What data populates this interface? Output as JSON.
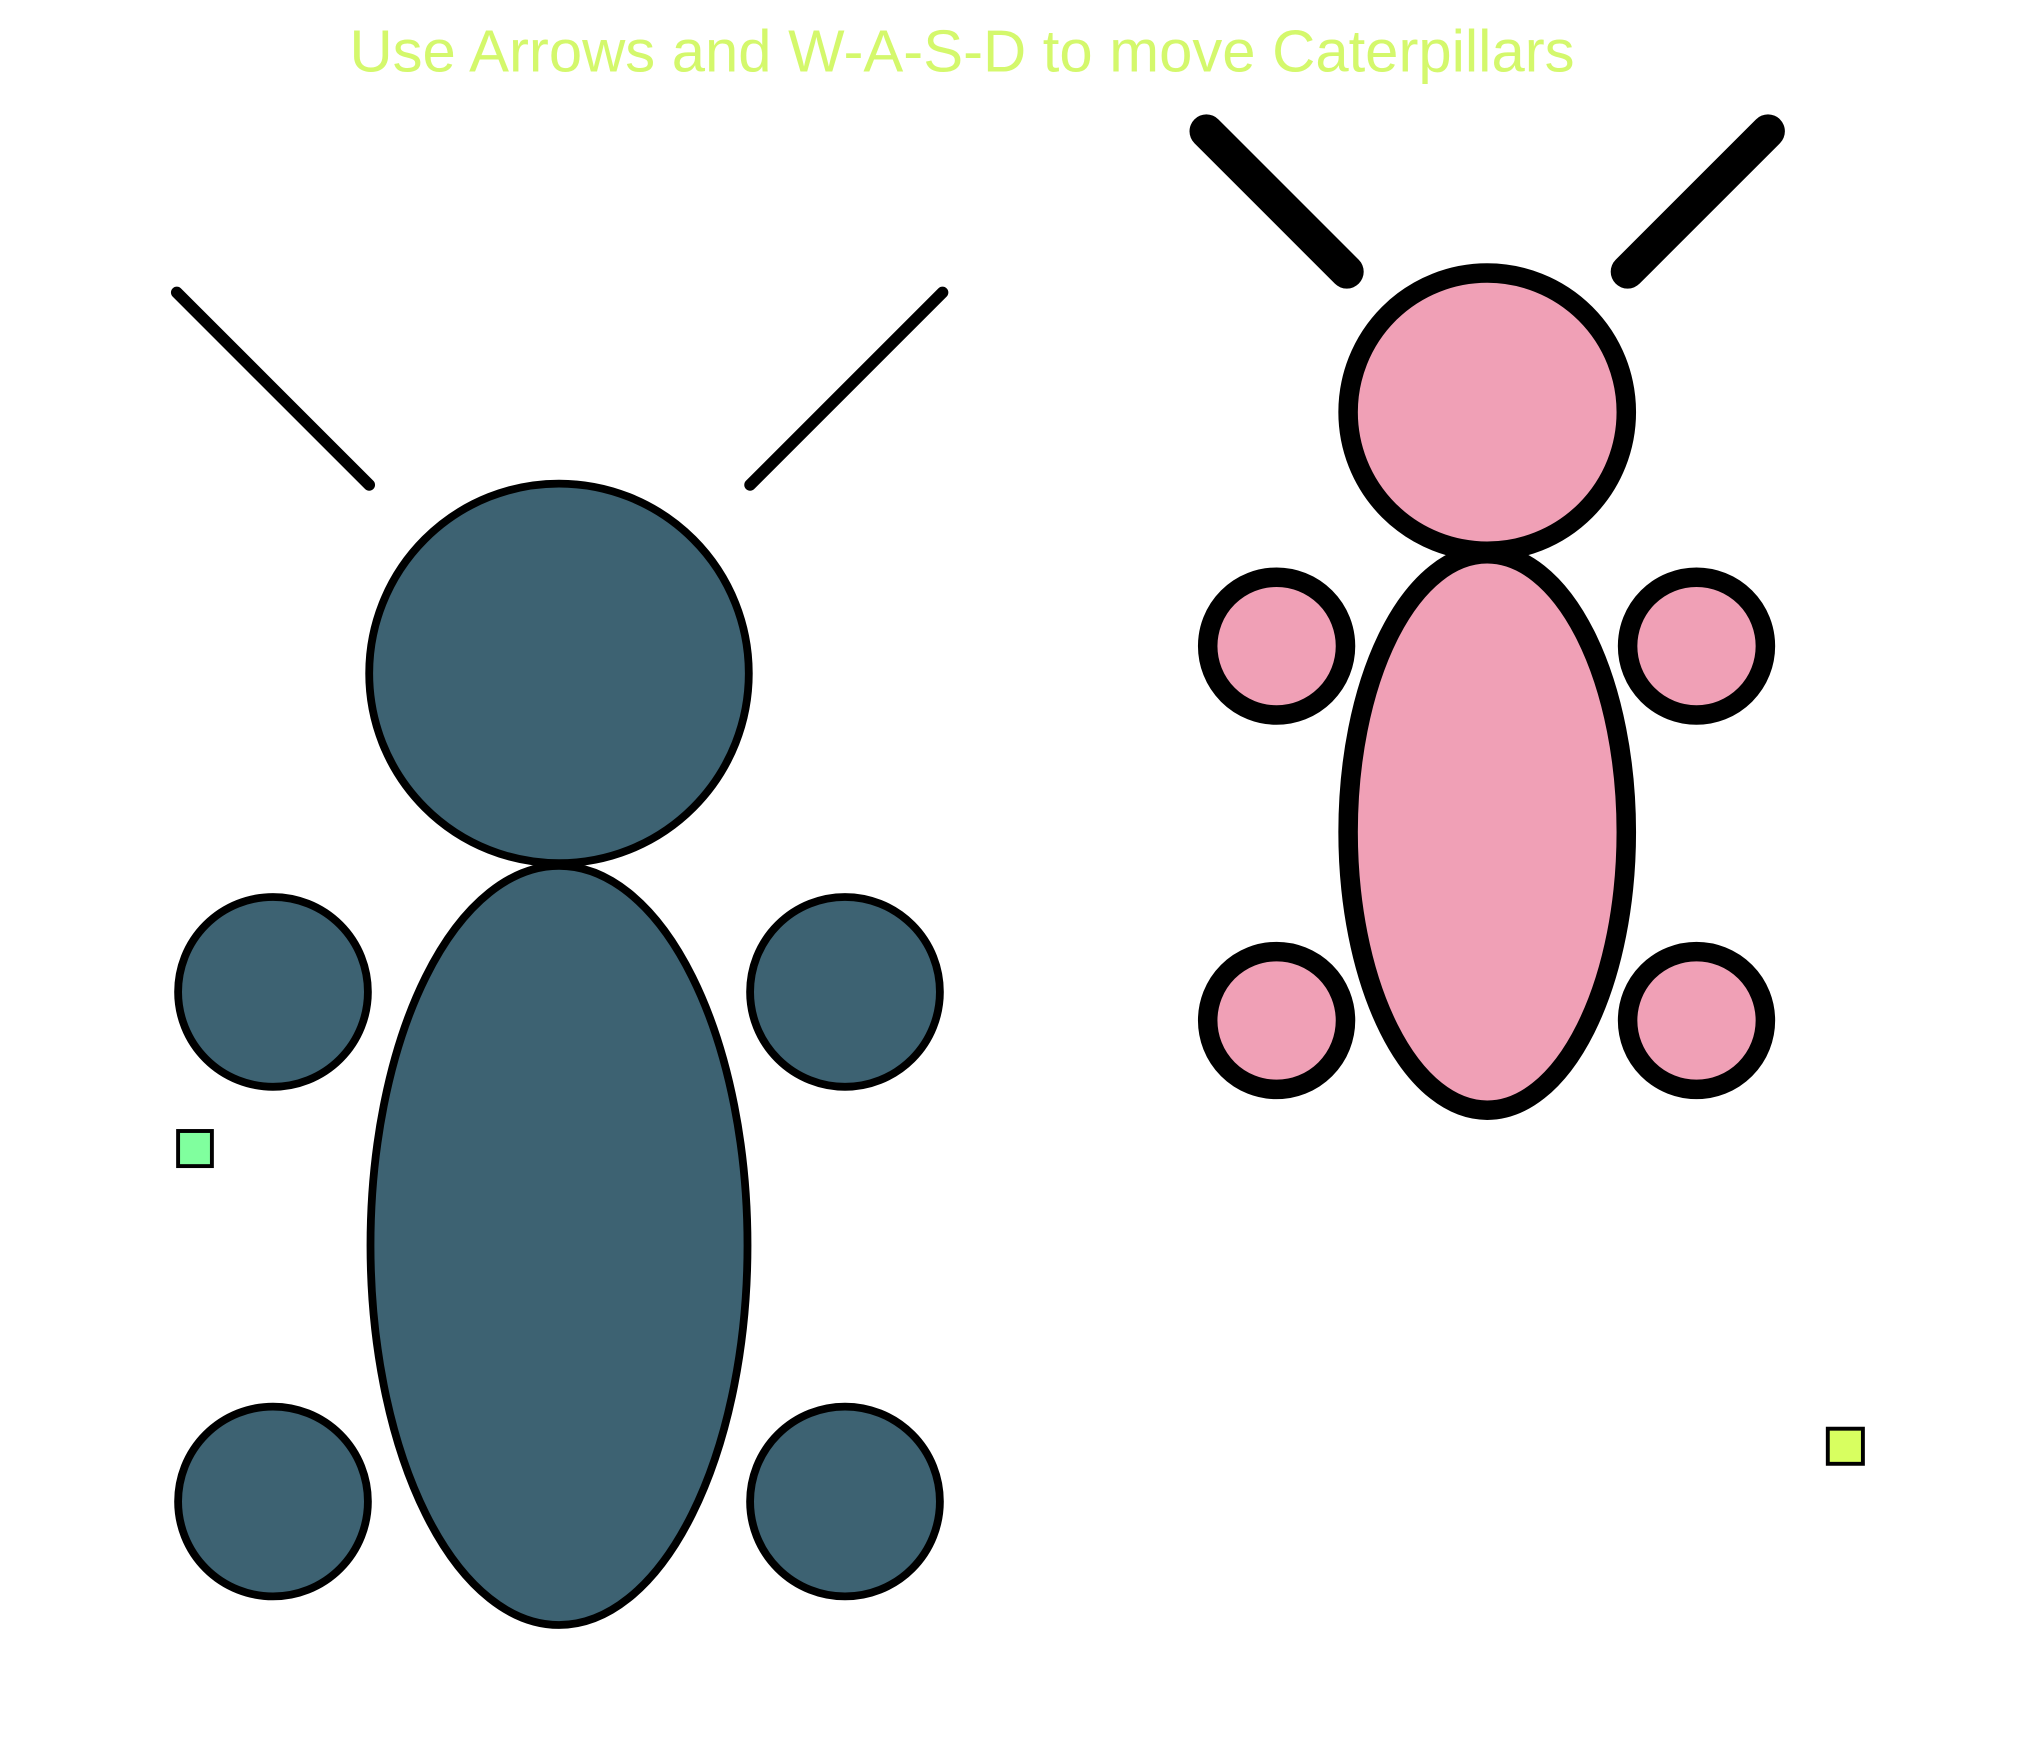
{
  "game": {
    "instructions": "Use Arrows and W-A-S-D to move Caterpillars"
  },
  "colors": {
    "instructions_text": "#d4f86c",
    "caterpillar_teal": "#3d6272",
    "caterpillar_pink": "#f0a0b6",
    "outline": "#000000",
    "food_green": "#80ff9e",
    "food_yellow": "#d8ff60"
  },
  "caterpillars": [
    {
      "id": "teal",
      "color_key": "caterpillar_teal"
    },
    {
      "id": "pink",
      "color_key": "caterpillar_pink"
    }
  ],
  "food": [
    {
      "id": "green",
      "color_key": "food_green"
    },
    {
      "id": "yellow",
      "color_key": "food_yellow"
    }
  ]
}
